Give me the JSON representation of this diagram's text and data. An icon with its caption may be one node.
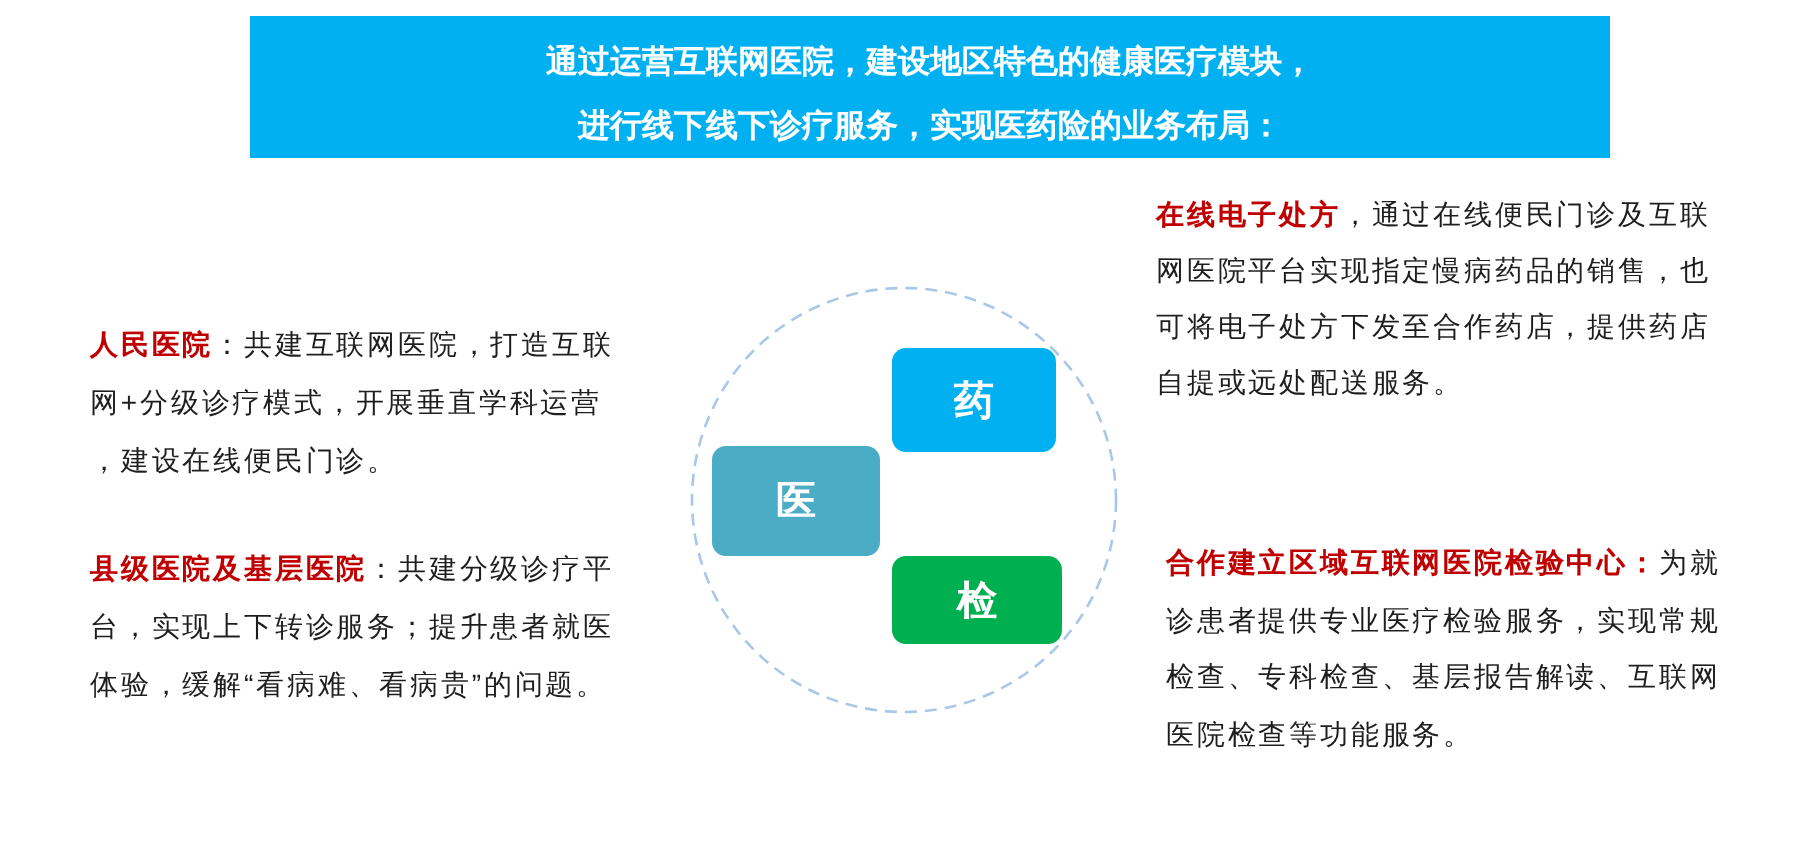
{
  "diagram": {
    "title": "通过运营互联网医院，建设地区特色的健康医疗模块，进行线下线下诊疗服务，实现医药险的业务布局：",
    "nodes": [
      {
        "text": [],
        "shape": "circle"
      },
      {
        "text": [
          "药"
        ],
        "in": 0
      },
      {
        "text": [
          "医"
        ],
        "in": 0
      },
      {
        "text": [
          "检"
        ],
        "in": 0
      }
    ],
    "labels": [
      "**人民医院**：共建互联网医院，打造互联网+分级诊疗模式，开展垂直学科运营，建设在线便民门诊。",
      "**县级医院及基层医院**：共建分级诊疗平台，实现上下转诊服务；提升患者就医体验，缓解“看病难、看病贵”的问题。",
      "**在线电子处方**，通过在线便民门诊及互联网医院平台实现指定慢病药品的销售，也可将电子处方下发至合作药店，提供药店自提或远处配送服务。",
      "**合作建立区域互联网医院检验中心：**为就诊患者提供专业医疗检验服务，实现常规检查、专科检查、基层报告解读、互联网医院检查等功能服务。"
    ]
  }
}
